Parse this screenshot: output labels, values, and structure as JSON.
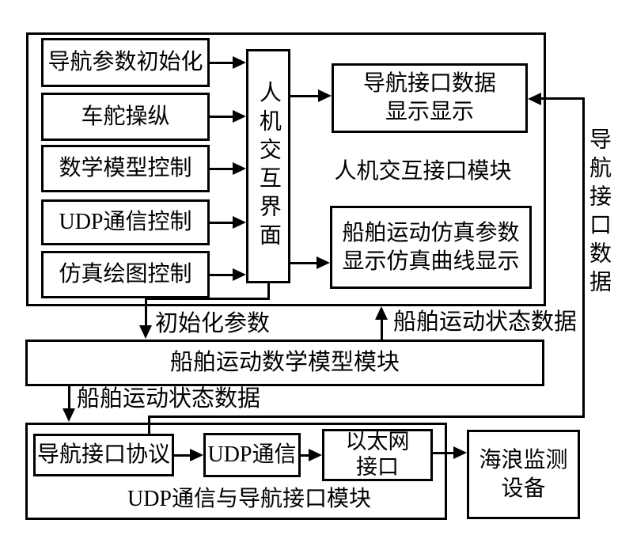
{
  "diagram": {
    "colors": {
      "background": "#ffffff",
      "line": "#000000",
      "text": "#000000"
    },
    "hmi_module": {
      "label": "人机交互接口模块",
      "controls": [
        {
          "label": "导航参数初始化"
        },
        {
          "label": "车舵操纵"
        },
        {
          "label": "数学模型控制"
        },
        {
          "label": "UDP通信控制"
        },
        {
          "label": "仿真绘图控制"
        }
      ],
      "hmi_interface": {
        "label": "人机交互界面"
      },
      "nav_display": {
        "line1": "导航接口数据",
        "line2": "显示显示"
      },
      "sim_display": {
        "line1": "船舶运动仿真参数",
        "line2": "显示仿真曲线显示"
      }
    },
    "model_module": {
      "label": "船舶运动数学模型模块"
    },
    "udp_module": {
      "label": "UDP通信与导航接口模块",
      "nav_protocol": {
        "label": "导航接口协议"
      },
      "udp_comm": {
        "label": "UDP通信"
      },
      "ethernet": {
        "line1": "以太网",
        "line2": "接口"
      }
    },
    "wave_device": {
      "line1": "海浪监测",
      "line2": "设备"
    },
    "flow_labels": {
      "init_params": "初始化参数",
      "ship_state_to_hmi": "船舶运动状态数据",
      "ship_state_to_udp": "船舶运动状态数据",
      "nav_interface_data": "导航接口数据"
    }
  }
}
